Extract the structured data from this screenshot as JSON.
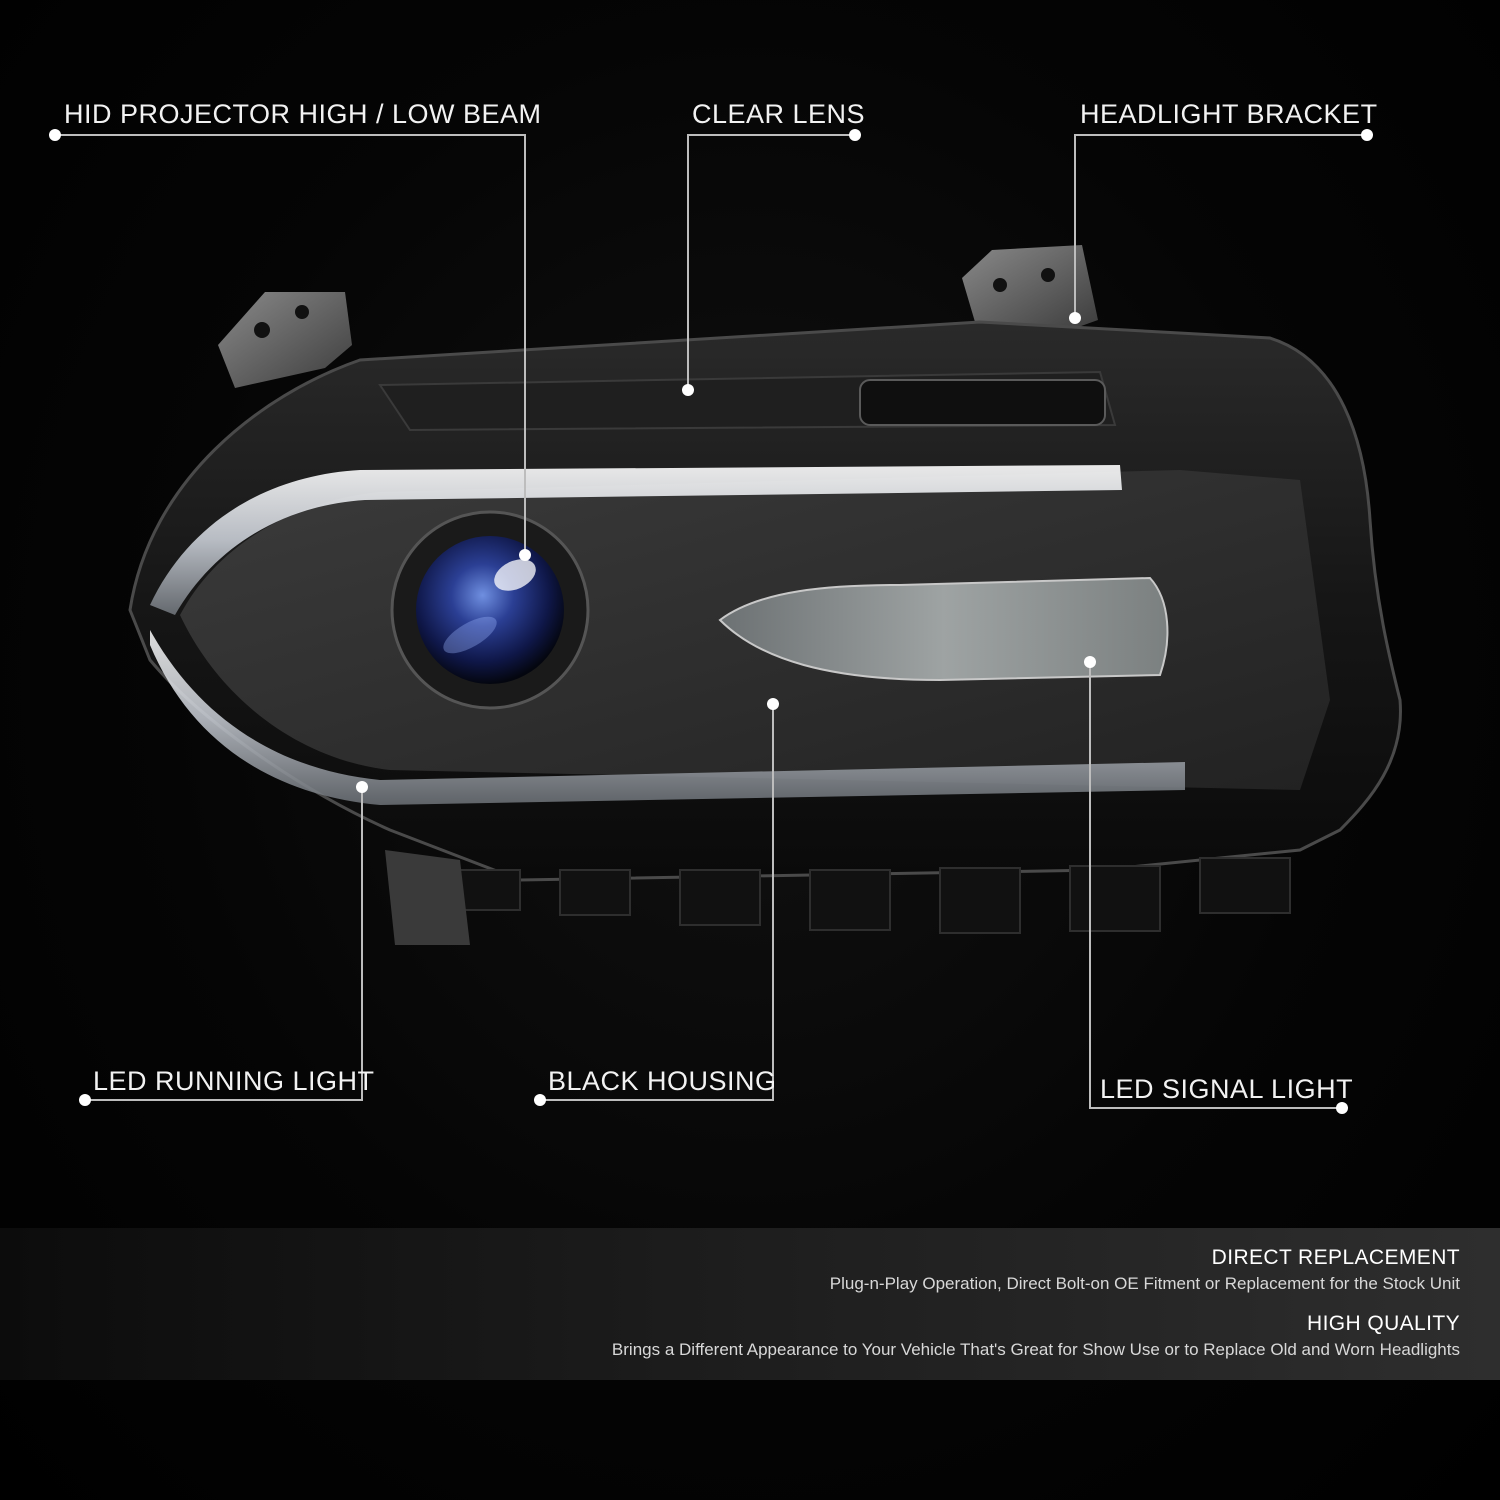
{
  "callouts": {
    "hid_projector": "HID PROJECTOR HIGH / LOW BEAM",
    "clear_lens": "CLEAR LENS",
    "headlight_bracket": "HEADLIGHT BRACKET",
    "led_running_light": "LED RUNNING LIGHT",
    "black_housing": "BLACK HOUSING",
    "led_signal_light": "LED SIGNAL LIGHT"
  },
  "features": [
    {
      "title": "DIRECT REPLACEMENT",
      "description": "Plug-n-Play Operation, Direct Bolt-on OE Fitment or Replacement for the Stock Unit"
    },
    {
      "title": "HIGH QUALITY",
      "description": "Brings a Different Appearance to Your Vehicle That's Great for Show Use or to Replace Old and Worn Headlights"
    }
  ],
  "colors": {
    "background": "#000000",
    "callout_text": "#f2f2f2",
    "leader_line": "#bdbdbd",
    "projector_lens": "#2a3f8f",
    "drl_strip": "#d9dde3"
  }
}
